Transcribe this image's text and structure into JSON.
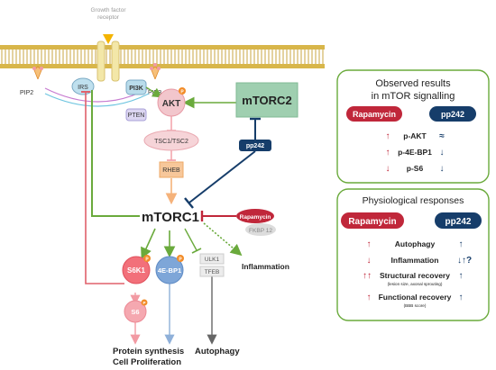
{
  "receptor": {
    "line1": "Growth factor",
    "line2": "receptor"
  },
  "membrane": {
    "pip2": "PIP2",
    "pip3": "PIP3",
    "irs": "IRS",
    "pi3k": "PI3K",
    "pten": "PTEN"
  },
  "nodes": {
    "akt": "AKT",
    "mtorc2": "mTORC2",
    "tsc": "TSC1/TSC2",
    "rheb": "RHEB",
    "mtorc1": "mTORC1",
    "pp242": "pp242",
    "rapamycin": "Rapamycin",
    "fkbp12": "FKBP 12",
    "s6k1": "S6K1",
    "ebp1": "4E-BP1",
    "s6": "S6",
    "ulk1": "ULK1",
    "tfeb": "TFEB",
    "phospho": "P"
  },
  "outputs": {
    "inflammation": "Inflammation",
    "protein_synthesis": "Protein synthesis",
    "cell_proliferation": "Cell Proliferation",
    "autophagy": "Autophagy"
  },
  "observed_panel": {
    "title_line1": "Observed results",
    "title_line2": "in mTOR signalling",
    "col1": "Rapamycin",
    "col2": "pp242",
    "rows": [
      {
        "label": "p-AKT",
        "rapa": "↑",
        "pp": "≈"
      },
      {
        "label": "p-4E-BP1",
        "rapa": "↑",
        "pp": "↓"
      },
      {
        "label": "p-S6",
        "rapa": "↓",
        "pp": "↓"
      }
    ]
  },
  "physio_panel": {
    "title": "Physiological responses",
    "col1": "Rapamycin",
    "col2": "pp242",
    "rows": [
      {
        "label": "Autophagy",
        "sub": "",
        "rapa": "↑",
        "pp": "↑"
      },
      {
        "label": "Inflammation",
        "sub": "",
        "rapa": "↓",
        "pp": "↓↑?"
      },
      {
        "label": "Structural recovery",
        "sub": "(lesion size, axonal sprouting)",
        "rapa": "↑↑",
        "pp": "↑"
      },
      {
        "label": "Functional recovery",
        "sub": "(BBB score)",
        "rapa": "↑",
        "pp": "↑"
      }
    ]
  },
  "colors": {
    "green": "#6aaa3c",
    "red": "#c0273a",
    "navy": "#163d6a",
    "membrane": "#d8b64a",
    "mtorc2_fill": "#9fcfb0",
    "akt_fill": "#f2c6cc",
    "rheb_fill": "#f7c79a",
    "s6k1_fill": "#f2707a",
    "ebp1_fill": "#7ea6d8",
    "s6_fill": "#f5a8b0"
  }
}
